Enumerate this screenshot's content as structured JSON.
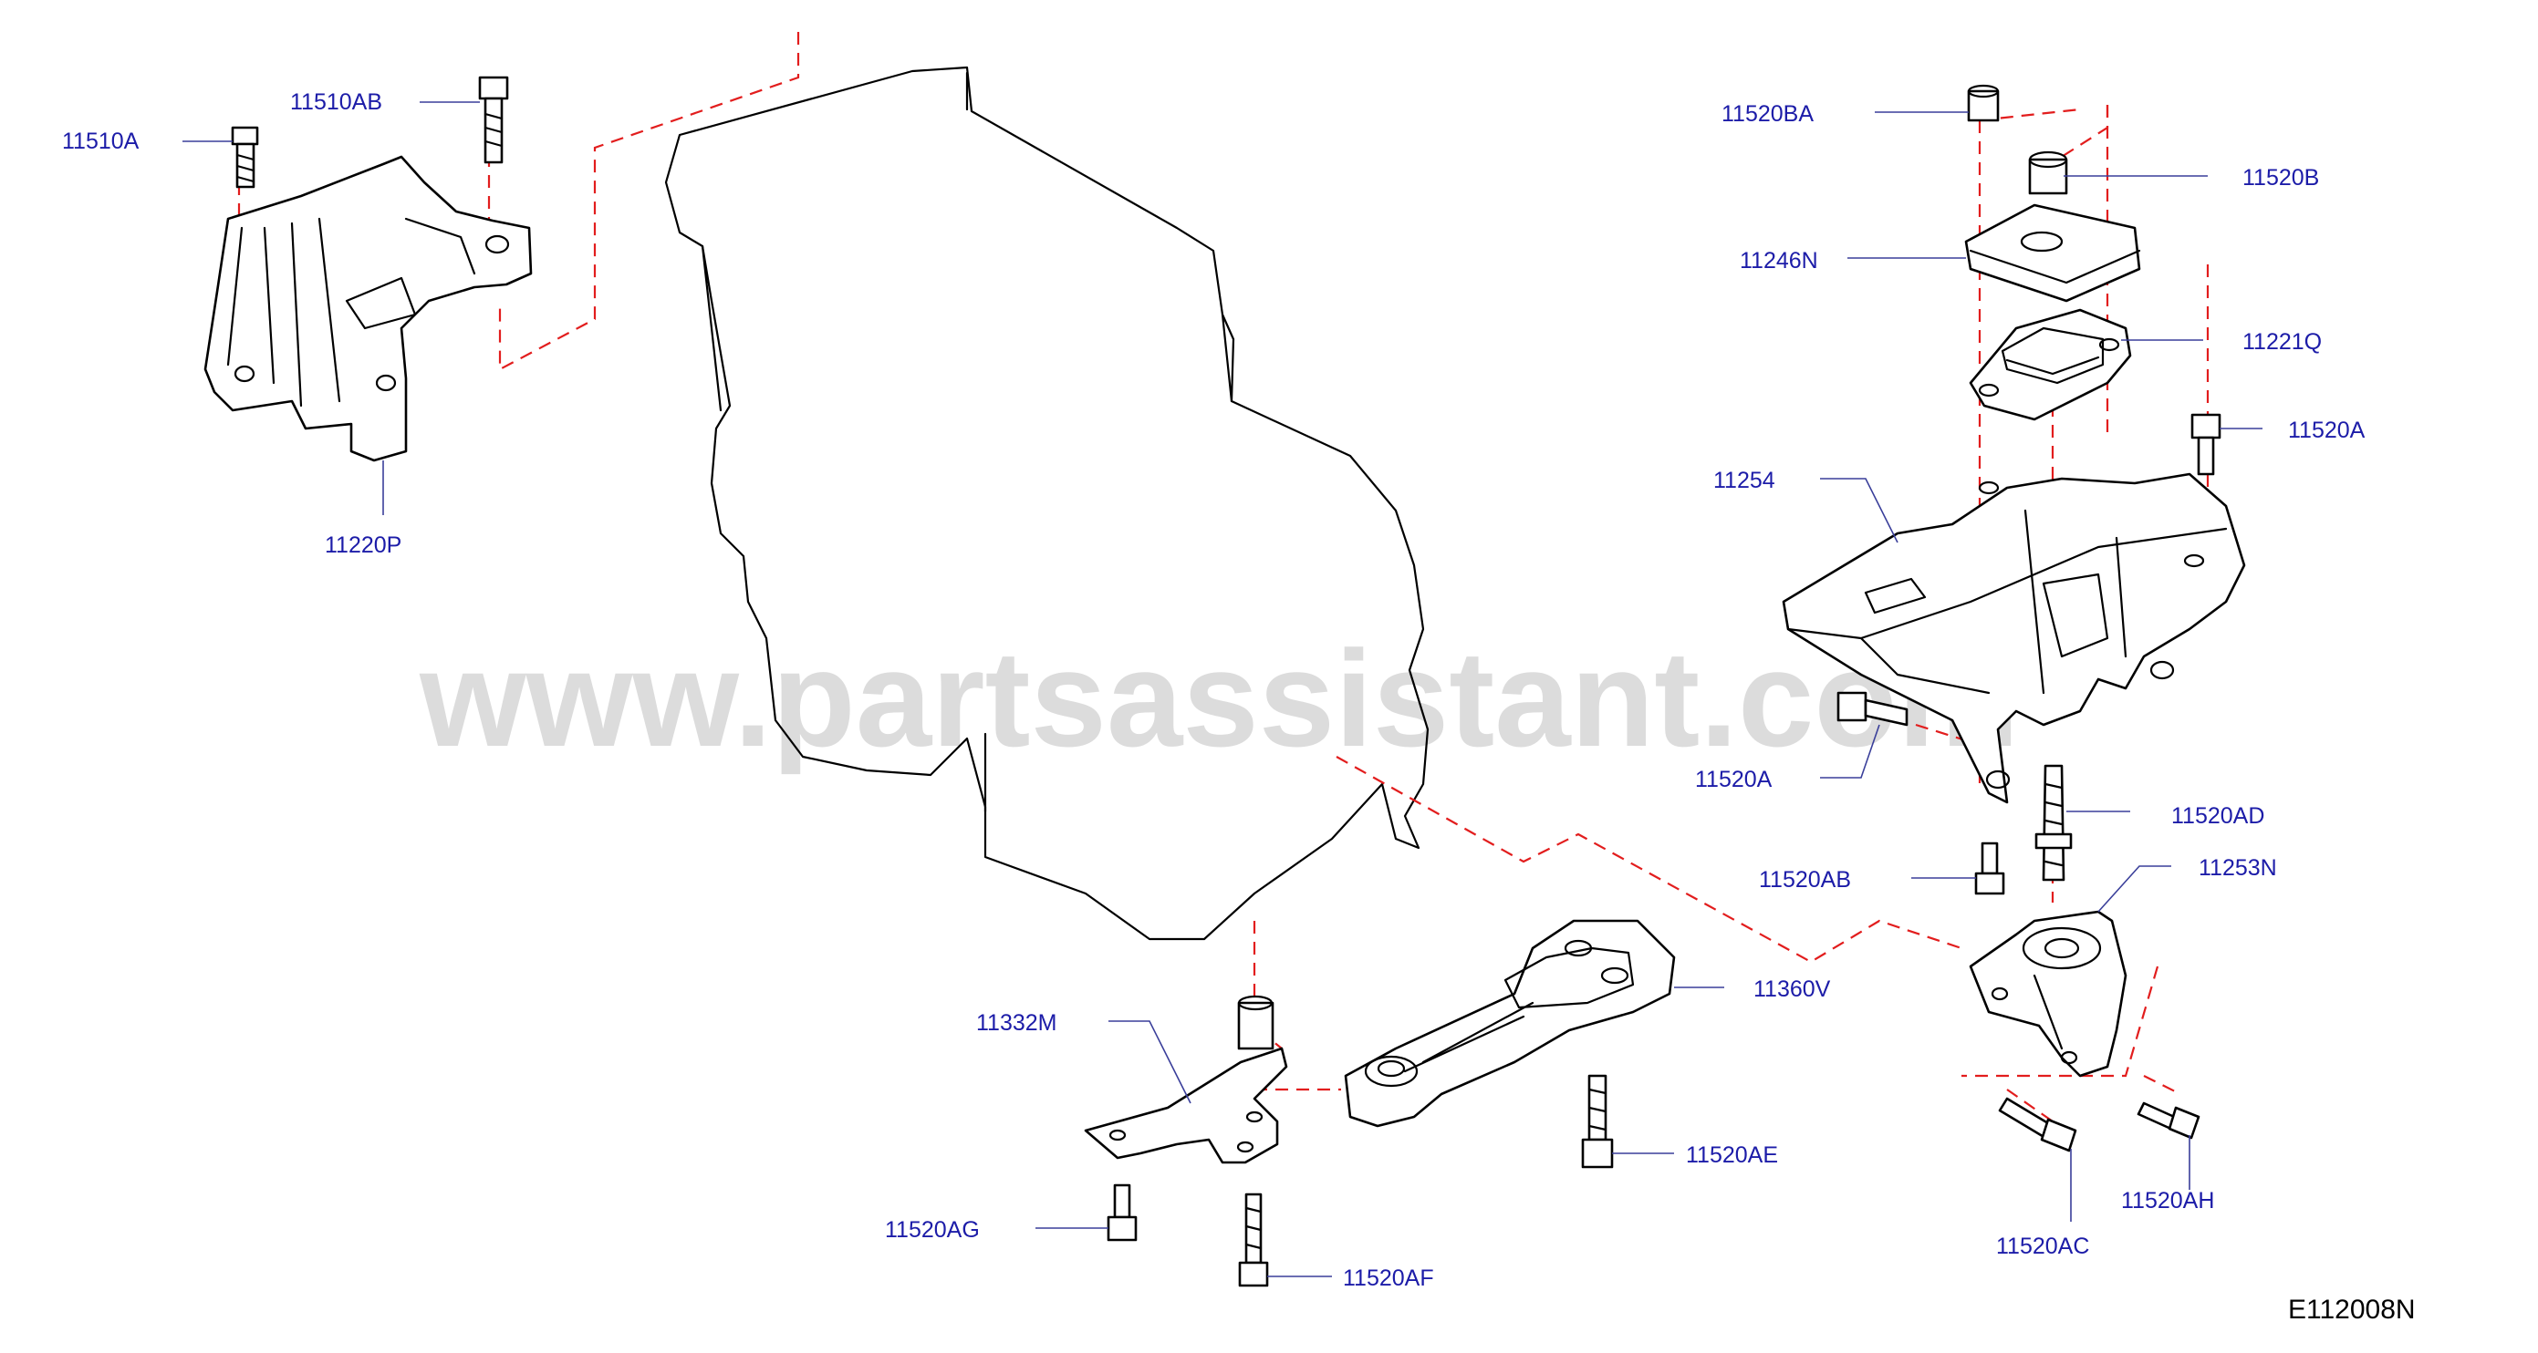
{
  "watermark": "www.partsassistant.com",
  "diagram_code": "E112008N",
  "labels": {
    "p11510A": "11510A",
    "p11510AB": "11510AB",
    "p11220P": "11220P",
    "p11520BA": "11520BA",
    "p11520B": "11520B",
    "p11246N": "11246N",
    "p11221Q": "11221Q",
    "p11520A_top": "11520A",
    "p11254": "11254",
    "p11520A_mid": "11520A",
    "p11520AD": "11520AD",
    "p11520AB": "11520AB",
    "p11253N": "11253N",
    "p11360V": "11360V",
    "p11332M": "11332M",
    "p11520AE": "11520AE",
    "p11520AG": "11520AG",
    "p11520AF": "11520AF",
    "p11520AC": "11520AC",
    "p11520AH": "11520AH"
  }
}
